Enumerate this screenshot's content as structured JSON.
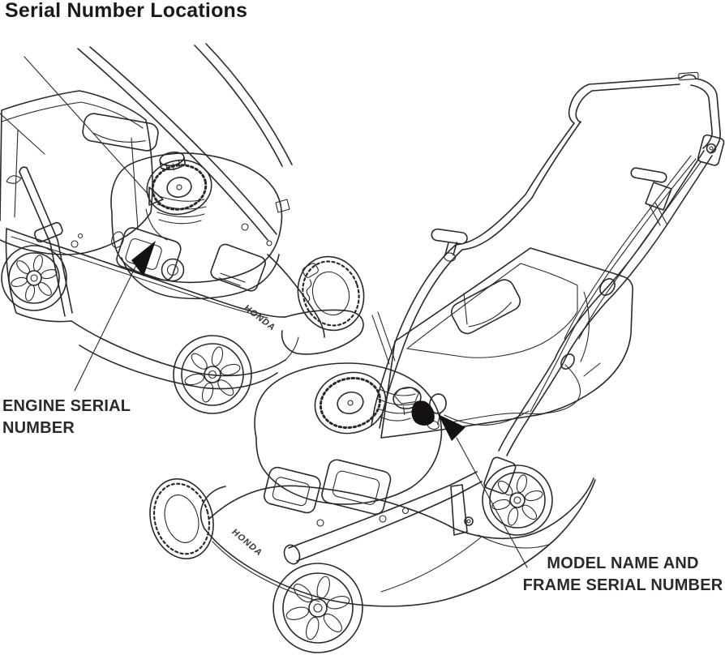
{
  "title": "Serial Number Locations",
  "colors": {
    "background": "#ffffff",
    "ink": "#2d292a",
    "arrow": "#151113"
  },
  "callouts": {
    "engine_serial": {
      "line1": "ENGINE SERIAL",
      "line2": "NUMBER"
    },
    "frame_serial": {
      "line1": "MODEL NAME AND",
      "line2": "FRAME SERIAL NUMBER"
    }
  },
  "logos": {
    "left_mower_brand": "HONDA",
    "right_mower_brand": "HONDA"
  }
}
